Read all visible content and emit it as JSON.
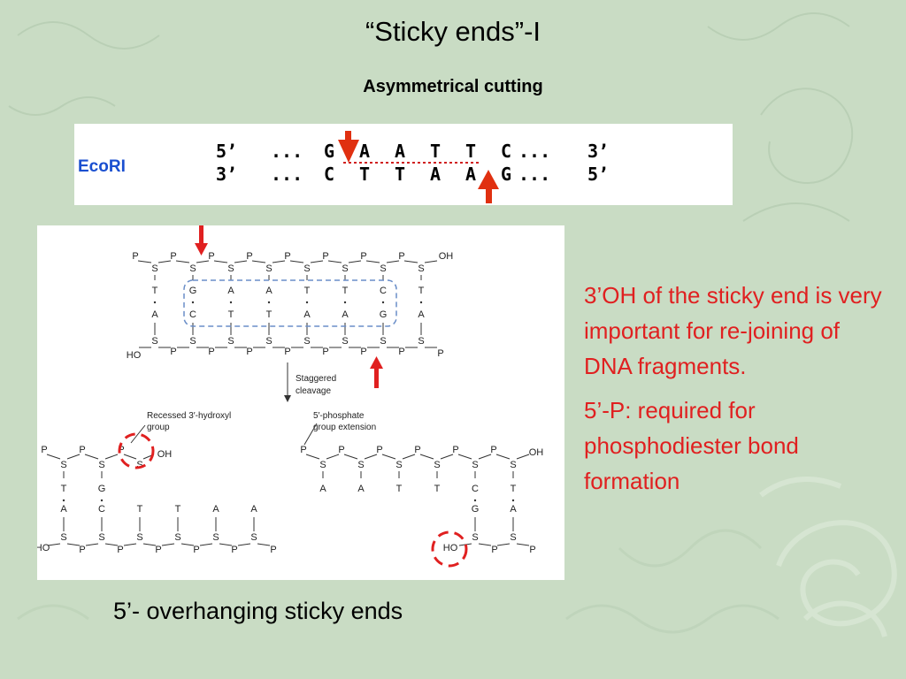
{
  "slide": {
    "title": "“Sticky ends”-I",
    "subtitle": "Asymmetrical cutting",
    "bottom_caption": "5’- overhanging sticky ends"
  },
  "ecori": {
    "enzyme_label": "EcoRI",
    "top_strand": {
      "left": "5’",
      "prefix": "...",
      "bases": [
        "G",
        "A",
        "A",
        "T",
        "T",
        "C"
      ],
      "suffix": "...",
      "right": "3’"
    },
    "bottom_strand": {
      "left": "3’",
      "prefix": "...",
      "bases": [
        "C",
        "T",
        "T",
        "A",
        "A",
        "G"
      ],
      "suffix": "...",
      "right": "5’"
    }
  },
  "diagram": {
    "top": {
      "p_labels": [
        "P",
        "P",
        "P",
        "P",
        "P",
        "P",
        "P",
        "P"
      ],
      "oh_label": "OH",
      "ho_label": "HO",
      "upper_bases": [
        "T",
        "G",
        "A",
        "A",
        "T",
        "T",
        "C",
        "T"
      ],
      "lower_bases": [
        "A",
        "C",
        "T",
        "T",
        "A",
        "A",
        "G",
        "A"
      ],
      "s_label": "S",
      "cleavage_label_1": "Staggered",
      "cleavage_label_2": "cleavage"
    },
    "left_fragment": {
      "callout_1": "Recessed 3′-hydroxyl",
      "callout_2": "group",
      "oh_label": "OH",
      "ho_label": "HO",
      "upper_bases": [
        "T",
        "G"
      ],
      "lower_bases": [
        "A",
        "C",
        "T",
        "T",
        "A",
        "A"
      ]
    },
    "right_fragment": {
      "callout_1": "5′-phosphate",
      "callout_2": "group extension",
      "oh_label": "OH",
      "ho_label": "HO",
      "upper_bases": [
        "A",
        "A",
        "T",
        "T",
        "C",
        "T"
      ],
      "lower_bases": [
        "G",
        "A"
      ]
    }
  },
  "notes": [
    "3’OH of the sticky end is very important for re-joining of DNA fragments.",
    "5’-P: required for phosphodiester bond formation"
  ],
  "colors": {
    "background": "#c9dcc4",
    "accent_red": "#e02020",
    "box_dashed": "#6a8ec8",
    "ecori_blue": "#1a4fd0"
  }
}
